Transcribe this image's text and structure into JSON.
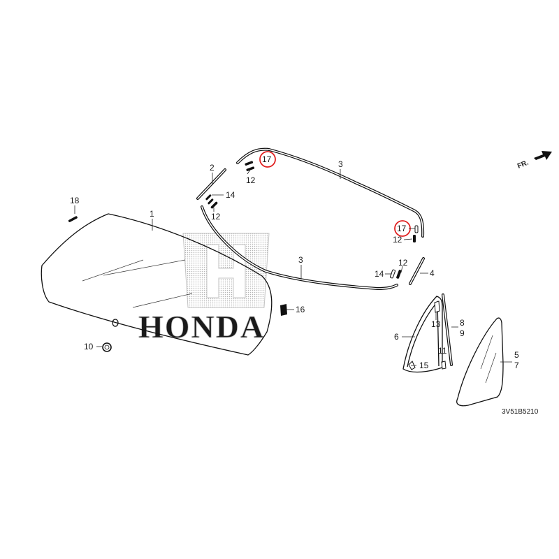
{
  "watermark": {
    "brand": "HONDA",
    "emblem": "h-emblem-icon"
  },
  "direction_indicator": {
    "label": "FR.",
    "icon": "arrow-right-icon"
  },
  "diagram_code": "3V51B5210",
  "highlight_color": "#e02020",
  "parts": {
    "p1": "1",
    "p2": "2",
    "p3_top": "3",
    "p3_bottom": "3",
    "p4": "4",
    "p5": "5",
    "p6": "6",
    "p7": "7",
    "p8": "8",
    "p9": "9",
    "p10": "10",
    "p11": "11",
    "p12_a": "12",
    "p12_b": "12",
    "p12_c": "12",
    "p12_d": "12",
    "p13": "13",
    "p14_a": "14",
    "p14_b": "14",
    "p15": "15",
    "p16": "16",
    "p17_a": "17",
    "p17_b": "17",
    "p18": "18"
  }
}
